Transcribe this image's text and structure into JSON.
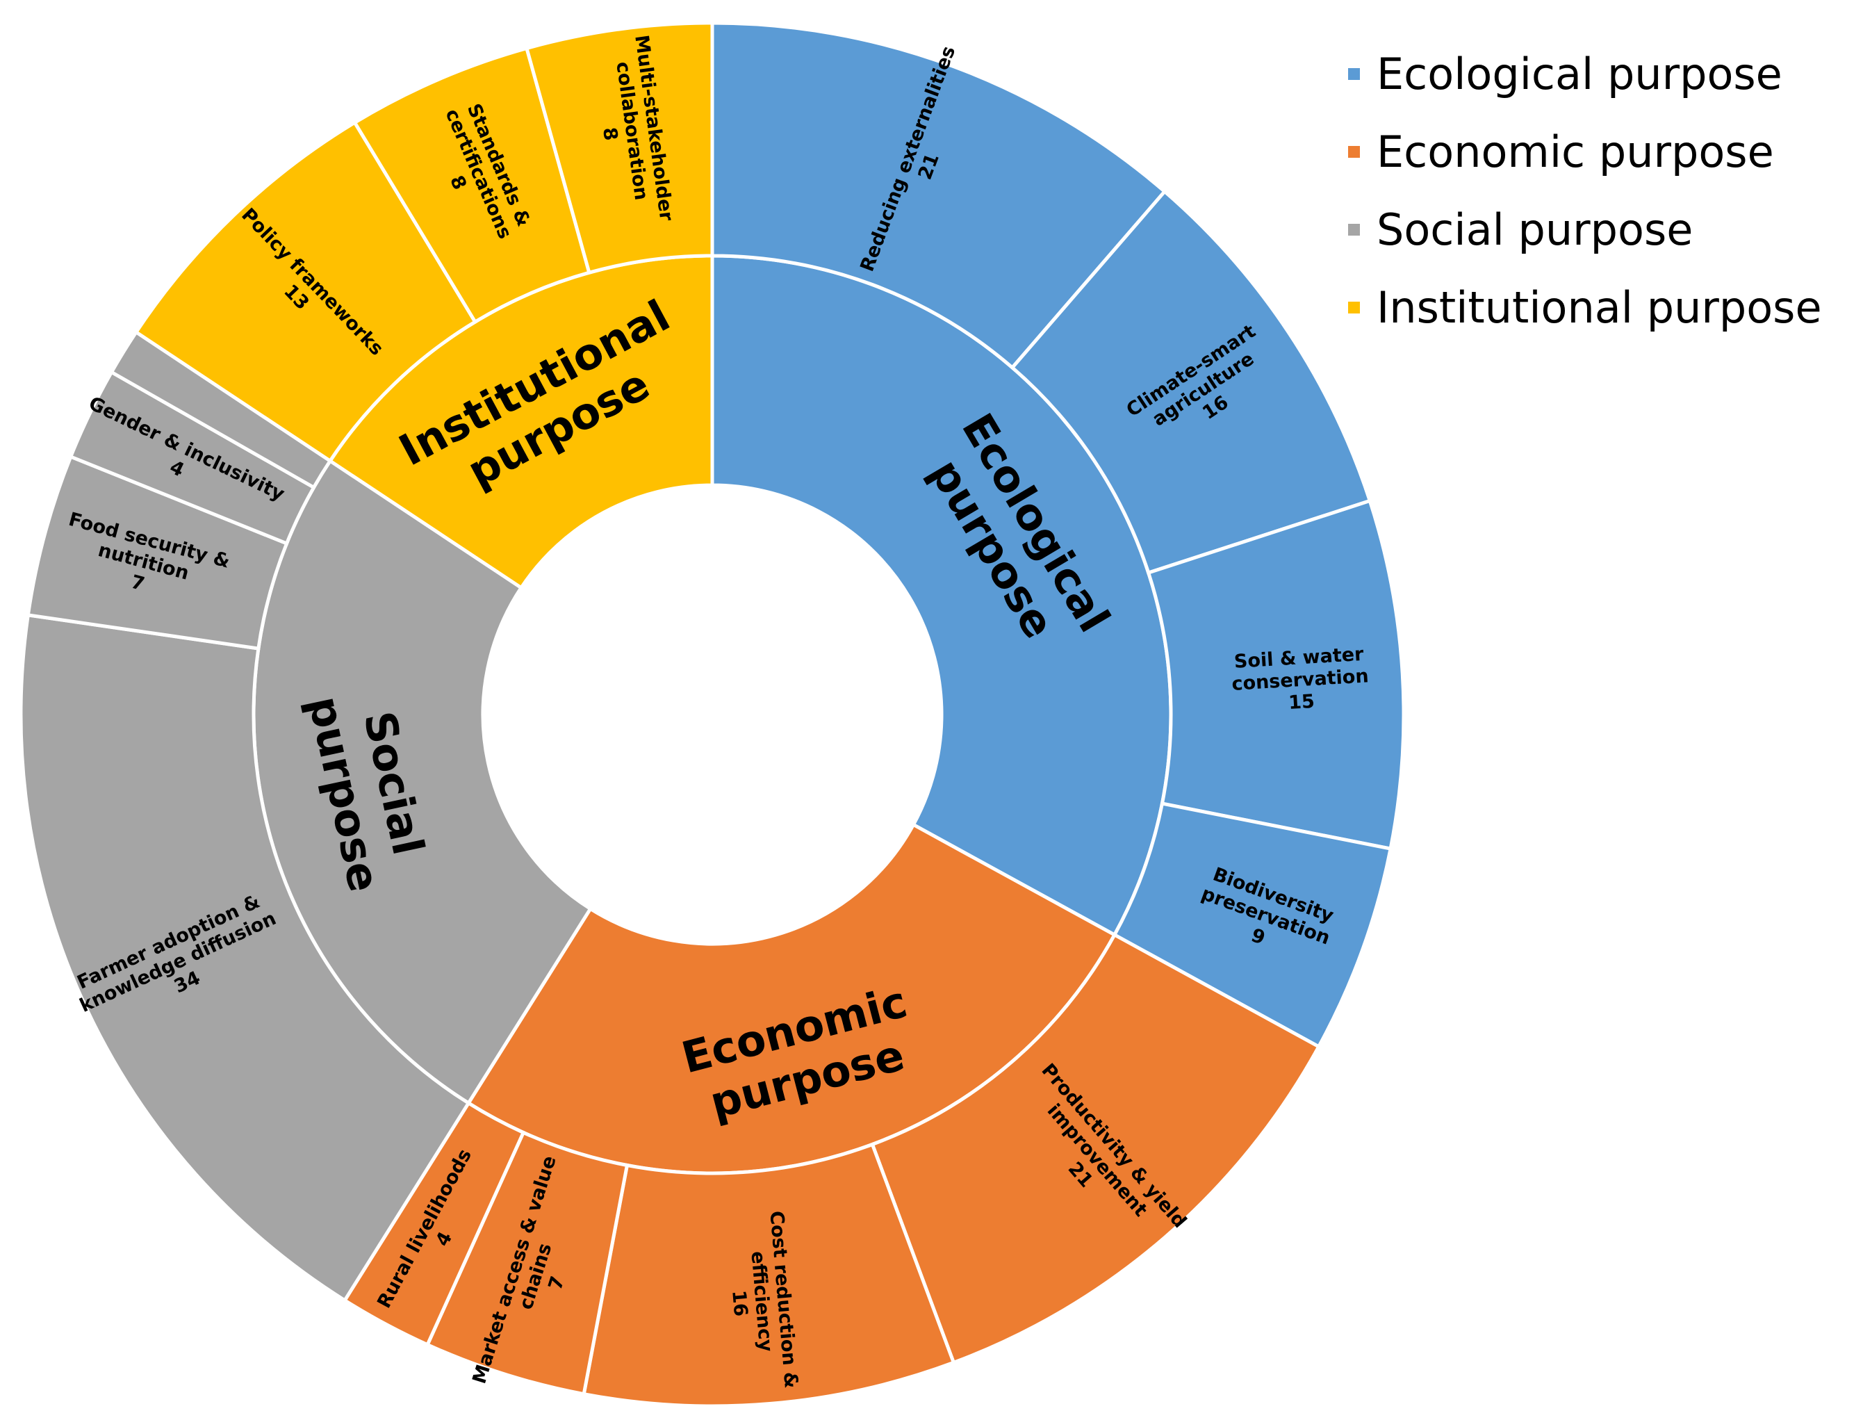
{
  "chart_data": {
    "type": "sunburst",
    "title": "",
    "categories": [
      {
        "name": "Ecological purpose",
        "label_lines": [
          "Ecological",
          "purpose"
        ],
        "color": "#5B9BD5",
        "children": [
          {
            "lines": [
              "Reducing externalities"
            ],
            "value": 21
          },
          {
            "lines": [
              "Climate-smart",
              "agriculture"
            ],
            "value": 16
          },
          {
            "lines": [
              "Soil & water",
              "conservation"
            ],
            "value": 15
          },
          {
            "lines": [
              "Biodiversity",
              "preservation"
            ],
            "value": 9
          }
        ]
      },
      {
        "name": "Economic purpose",
        "label_lines": [
          "Economic",
          "purpose"
        ],
        "color": "#ED7D31",
        "children": [
          {
            "lines": [
              "Productivity & yield",
              "improvement"
            ],
            "value": 21
          },
          {
            "lines": [
              "Cost reduction &",
              "efficiency"
            ],
            "value": 16
          },
          {
            "lines": [
              "Market access & value",
              "chains"
            ],
            "value": 7
          },
          {
            "lines": [
              "Rural livelihoods"
            ],
            "value": 4
          }
        ]
      },
      {
        "name": "Social purpose",
        "label_lines": [
          "Social",
          "purpose"
        ],
        "color": "#A5A5A5",
        "children": [
          {
            "lines": [
              "Farmer adoption &",
              "knowledge diffusion"
            ],
            "value": 34
          },
          {
            "lines": [
              "Food security &",
              "nutrition"
            ],
            "value": 7
          },
          {
            "lines": [
              "Gender & inclusivity"
            ],
            "value": 4
          },
          {
            "lines": [],
            "value": 2
          }
        ]
      },
      {
        "name": "Institutional purpose",
        "label_lines": [
          "Institutional",
          "purpose"
        ],
        "color": "#FFC000",
        "children": [
          {
            "lines": [
              "Policy frameworks"
            ],
            "value": 13
          },
          {
            "lines": [
              "Standards &",
              "certifications"
            ],
            "value": 8
          },
          {
            "lines": [
              "Multi-stakeholder",
              "collaboration"
            ],
            "value": 8
          }
        ]
      }
    ],
    "legend": {
      "position": "top-right",
      "entries": [
        "Ecological purpose",
        "Economic purpose",
        "Social purpose",
        "Institutional purpose"
      ]
    }
  }
}
